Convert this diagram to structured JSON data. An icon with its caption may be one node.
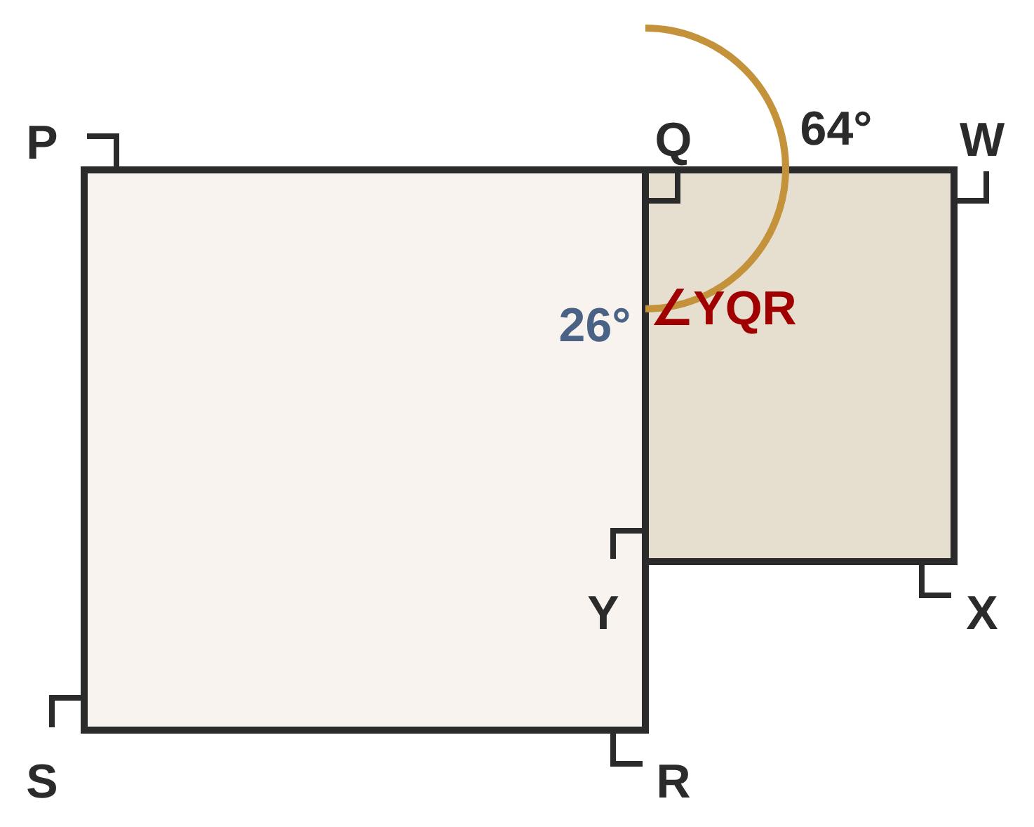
{
  "diagram": {
    "labels": [
      "P",
      "Q",
      "64°",
      "W",
      "26°",
      "∠YQR",
      "Y",
      "X",
      "S",
      "R"
    ]
  }
}
